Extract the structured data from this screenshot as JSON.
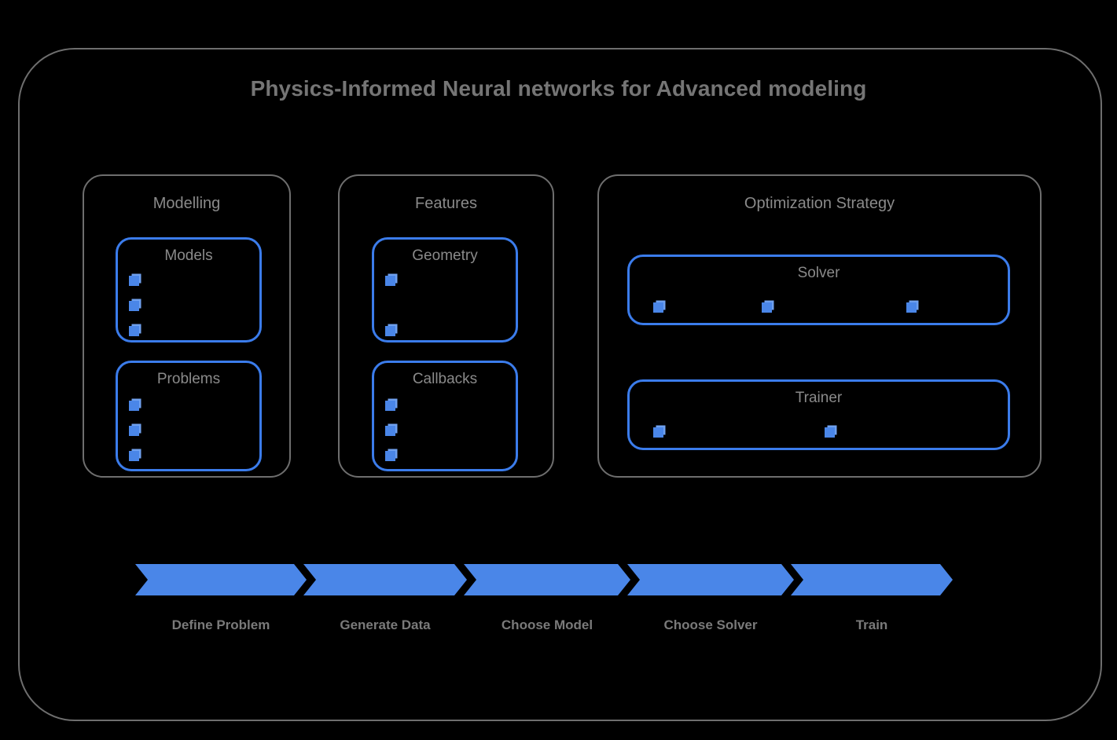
{
  "diagram": {
    "title": "Physics-Informed Neural networks for Advanced modeling",
    "background_color": "#000000",
    "shell_border_color": "#6e6e6e",
    "accent_color": "#4a86e8",
    "sub_panel_border_color": "#3b7ceb",
    "text_color": "#8a8a8a"
  },
  "groups": [
    {
      "label": "Modelling",
      "panels": [
        {
          "label": "Models",
          "marker_count": 3,
          "marker_layout": "vertical"
        },
        {
          "label": "Problems",
          "marker_count": 3,
          "marker_layout": "vertical"
        }
      ]
    },
    {
      "label": "Features",
      "panels": [
        {
          "label": "Geometry",
          "marker_count": 2,
          "marker_layout": "vertical"
        },
        {
          "label": "Callbacks",
          "marker_count": 3,
          "marker_layout": "vertical"
        }
      ]
    },
    {
      "label": "Optimization Strategy",
      "panels": [
        {
          "label": "Solver",
          "marker_count": 3,
          "marker_layout": "horizontal"
        },
        {
          "label": "Trainer",
          "marker_count": 2,
          "marker_layout": "horizontal"
        }
      ]
    }
  ],
  "flow": {
    "steps": [
      {
        "label": "Define Problem"
      },
      {
        "label": "Generate Data"
      },
      {
        "label": "Choose Model"
      },
      {
        "label": "Choose Solver"
      },
      {
        "label": "Train"
      }
    ]
  }
}
